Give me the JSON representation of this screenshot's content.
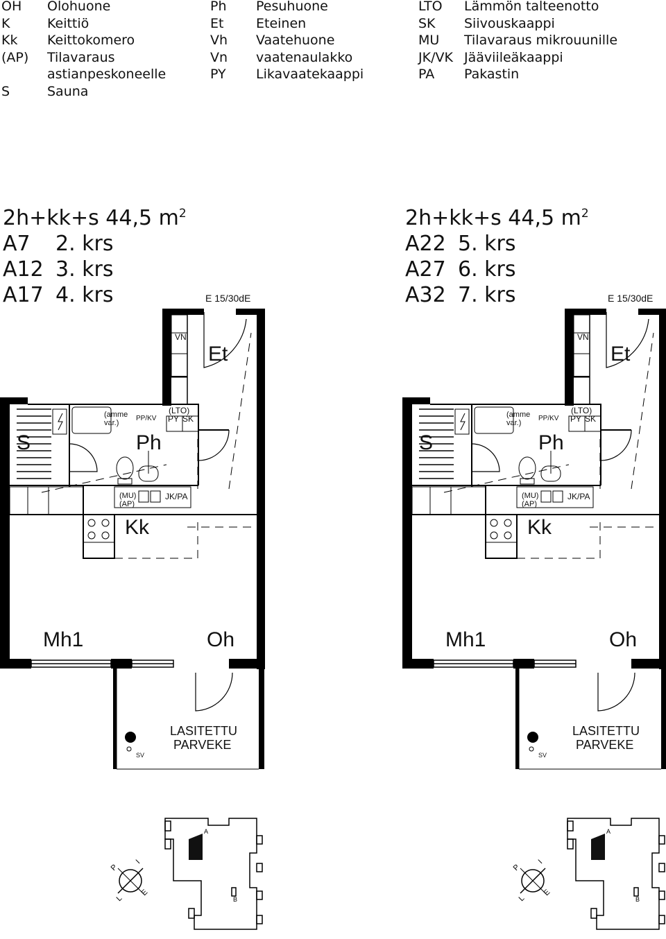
{
  "legend": {
    "col1_codes": [
      "OH",
      "K",
      "Kk",
      "(AP)",
      "",
      "S"
    ],
    "col1_names": [
      "Olohuone",
      "Keittiö",
      "Keittokomero",
      "Tilavaraus",
      "astianpeskoneelle",
      "Sauna"
    ],
    "col2_codes": [
      "Ph",
      "Et",
      "Vh",
      "Vn",
      "PY"
    ],
    "col2_names": [
      "Pesuhuone",
      "Eteinen",
      "Vaatehuone",
      "vaatenaulakko",
      "Likavaatekaappi"
    ],
    "col3_codes": [
      "LTO",
      "SK",
      "MU",
      "JK/VK",
      "PA"
    ],
    "col3_names": [
      "Lämmön talteenotto",
      "Siivouskaappi",
      "Tilavaraus mikrouunille",
      "Jääviileäkaappi",
      "Pakastin"
    ]
  },
  "plans": [
    {
      "type": "2h+kk+s 44,5 m",
      "sup": "2",
      "units": [
        {
          "apt": "A7",
          "floor": "2. krs"
        },
        {
          "apt": "A12",
          "floor": "3. krs"
        },
        {
          "apt": "A17",
          "floor": "4. krs"
        }
      ],
      "labels": {
        "door": "E 15/30dE",
        "vn": "VN",
        "et": "Et",
        "lto": "(LTO)",
        "py": "PY",
        "sk": "SK",
        "amme1": "(amme",
        "amme2": "var.)",
        "pp": "PP/KV",
        "s": "S",
        "ph": "Ph",
        "mu": "(MU)",
        "ap": "(AP)",
        "jkpa": "JK/PA",
        "kk": "Kk",
        "mh1": "Mh1",
        "oh": "Oh",
        "lasitettu": "LASITETTU",
        "parveke": "PARVEKE",
        "sv": "SV"
      }
    },
    {
      "type": "2h+kk+s 44,5 m",
      "sup": "2",
      "units": [
        {
          "apt": "A22",
          "floor": "5. krs"
        },
        {
          "apt": "A27",
          "floor": "6. krs"
        },
        {
          "apt": "A32",
          "floor": "7. krs"
        }
      ],
      "labels": {
        "door": "E 15/30dE",
        "vn": "VN",
        "et": "Et",
        "lto": "(LTO)",
        "py": "PY",
        "sk": "SK",
        "amme1": "(amme",
        "amme2": "var.)",
        "pp": "PP/KV",
        "s": "S",
        "ph": "Ph",
        "mu": "(MU)",
        "ap": "(AP)",
        "jkpa": "JK/PA",
        "kk": "Kk",
        "mh1": "Mh1",
        "oh": "Oh",
        "lasitettu": "LASITETTU",
        "parveke": "PARVEKE",
        "sv": "SV"
      }
    }
  ],
  "keyplan": {
    "compass": [
      "P",
      "I",
      "E",
      "L"
    ],
    "markers": [
      "A",
      "B"
    ]
  }
}
